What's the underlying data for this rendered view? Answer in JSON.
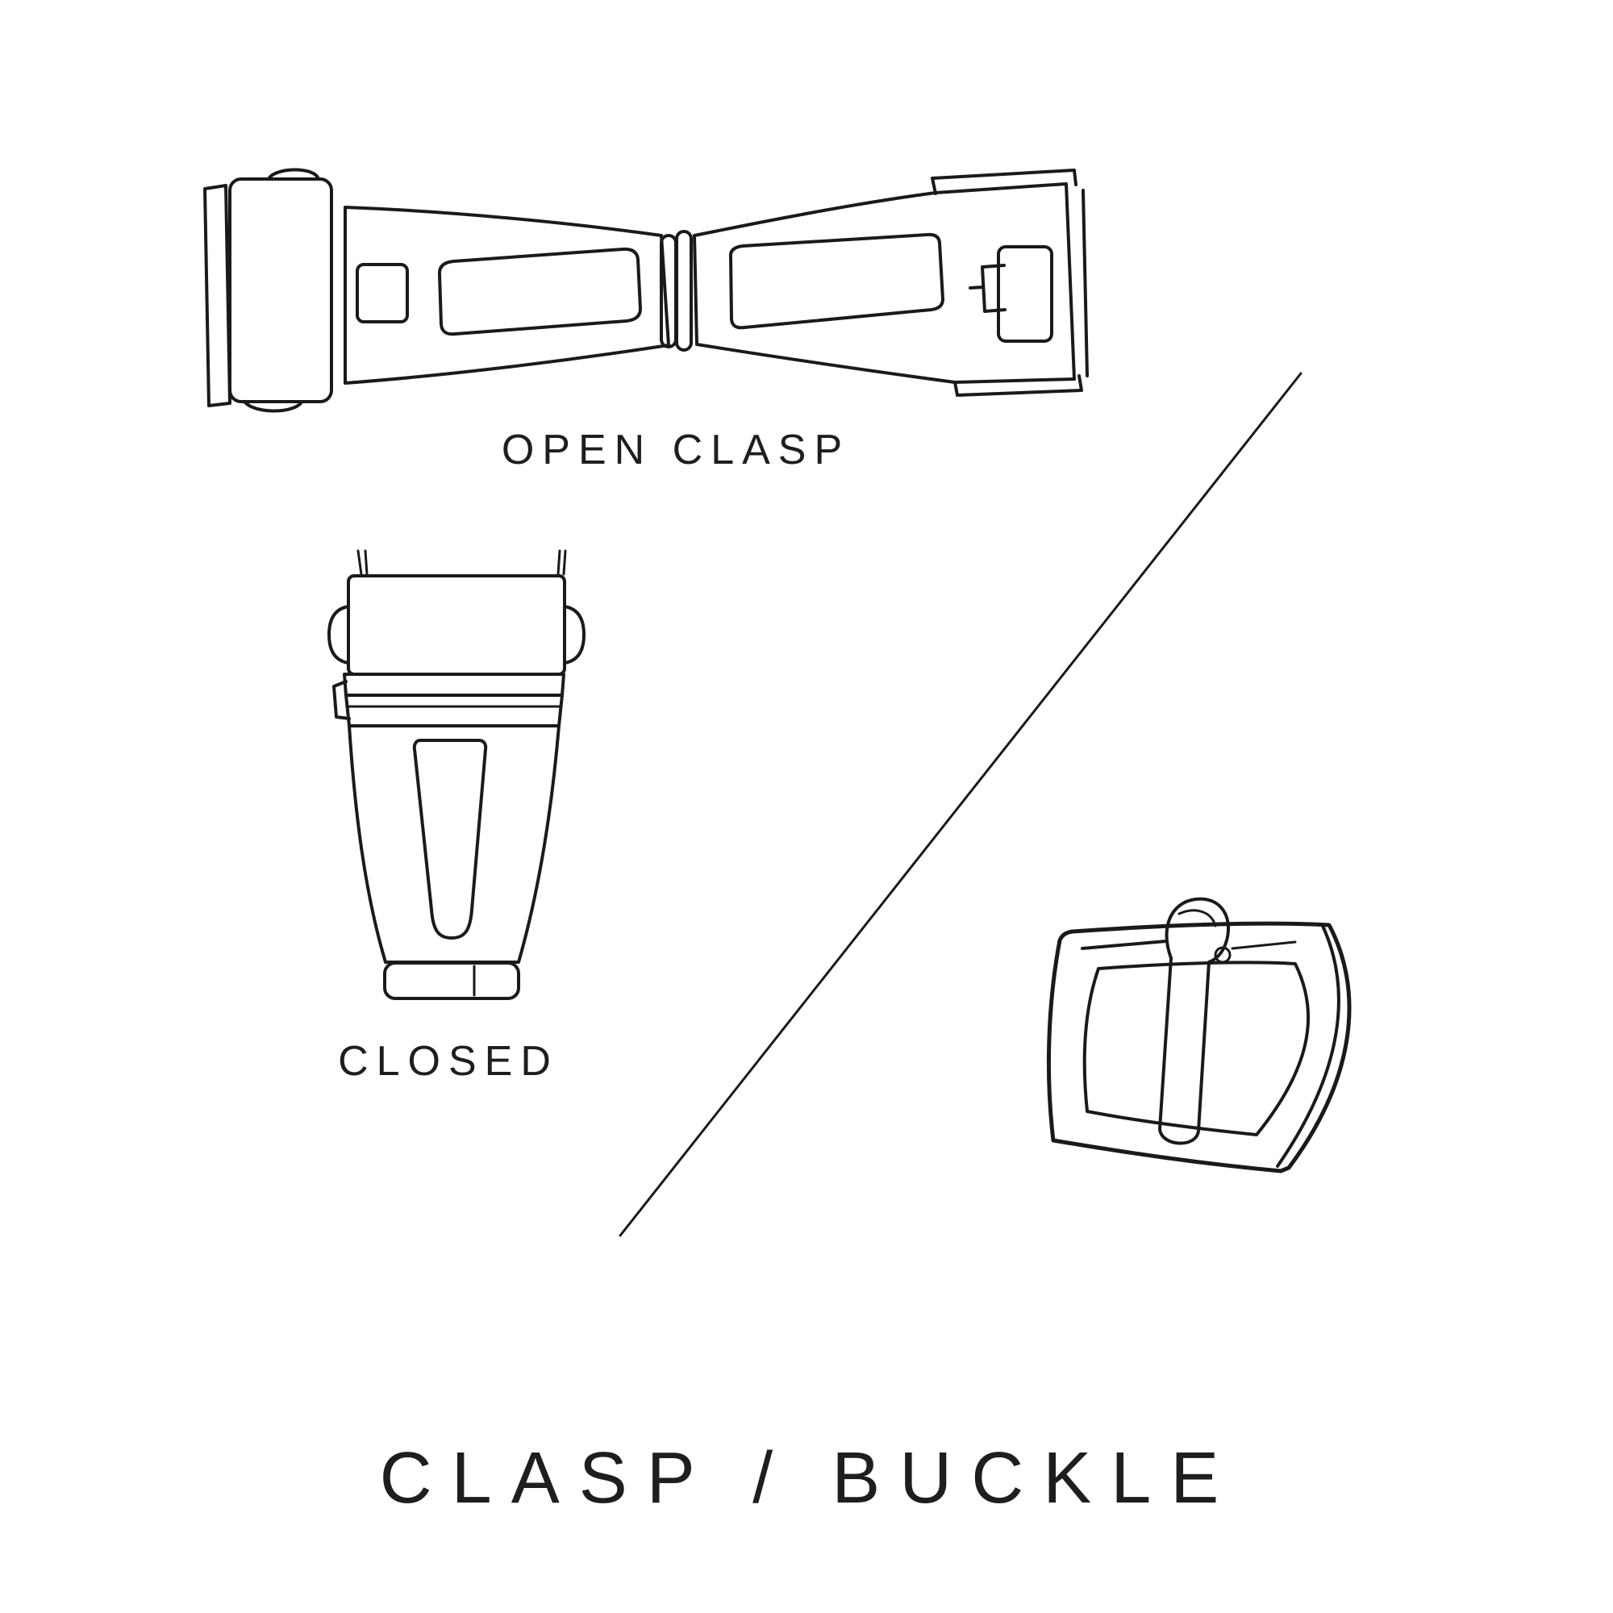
{
  "page": {
    "title": "CLASP / BUCKLE",
    "background_color": "#ffffff",
    "line_color": "#1a1a1a",
    "text_color": "#1e1e1e"
  },
  "labels": {
    "open_clasp": "OPEN CLASP",
    "closed": "CLOSED"
  },
  "illustrations": {
    "open_clasp": "open-clasp-illustration",
    "closed_clasp": "closed-clasp-illustration",
    "buckle": "tang-buckle-illustration",
    "divider": "diagonal-divider-line"
  }
}
